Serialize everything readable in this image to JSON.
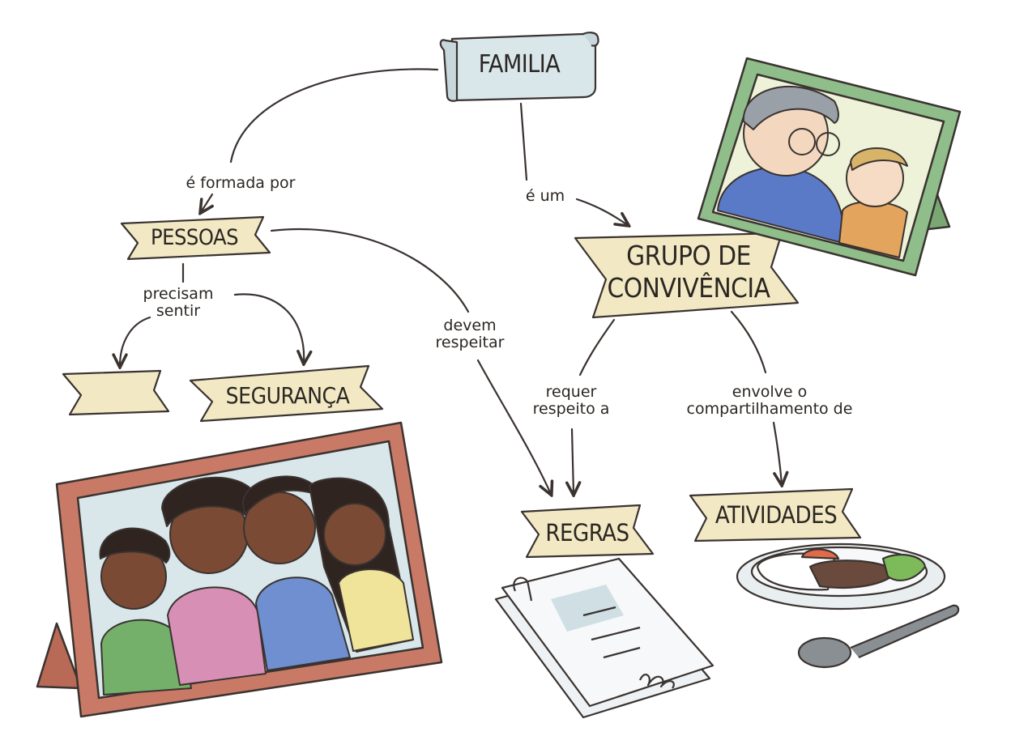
{
  "nodes": {
    "familia": "FAMILIA",
    "pessoas": "PESSOAS",
    "blank": "",
    "seguranca": "SEGURANÇA",
    "grupo_line1": "GRUPO DE",
    "grupo_line2": "CONVIVÊNCIA",
    "regras": "REGRAS",
    "atividades": "ATIVIDADES"
  },
  "edges": {
    "formada": "é formada por",
    "eum": "é um",
    "precisam_1": "precisam",
    "precisam_2": "sentir",
    "devem_1": "devem",
    "devem_2": "respeitar",
    "requer_1": "requer",
    "requer_2": "respeito a",
    "envolve_1": "envolve o",
    "envolve_2": "compartilhamento de"
  },
  "colors": {
    "ribbon_fill": "#f2e9c4",
    "ribbon_stroke": "#3a3330",
    "scroll_fill": "#d9e6ea",
    "line": "#3a3330",
    "frame_red": "#c97a66",
    "frame_green": "#8fbe8a"
  },
  "illustrations": [
    "family-photo-frame",
    "grandfather-baby-photo-frame",
    "rules-paper-icon",
    "meal-plate-icon"
  ]
}
